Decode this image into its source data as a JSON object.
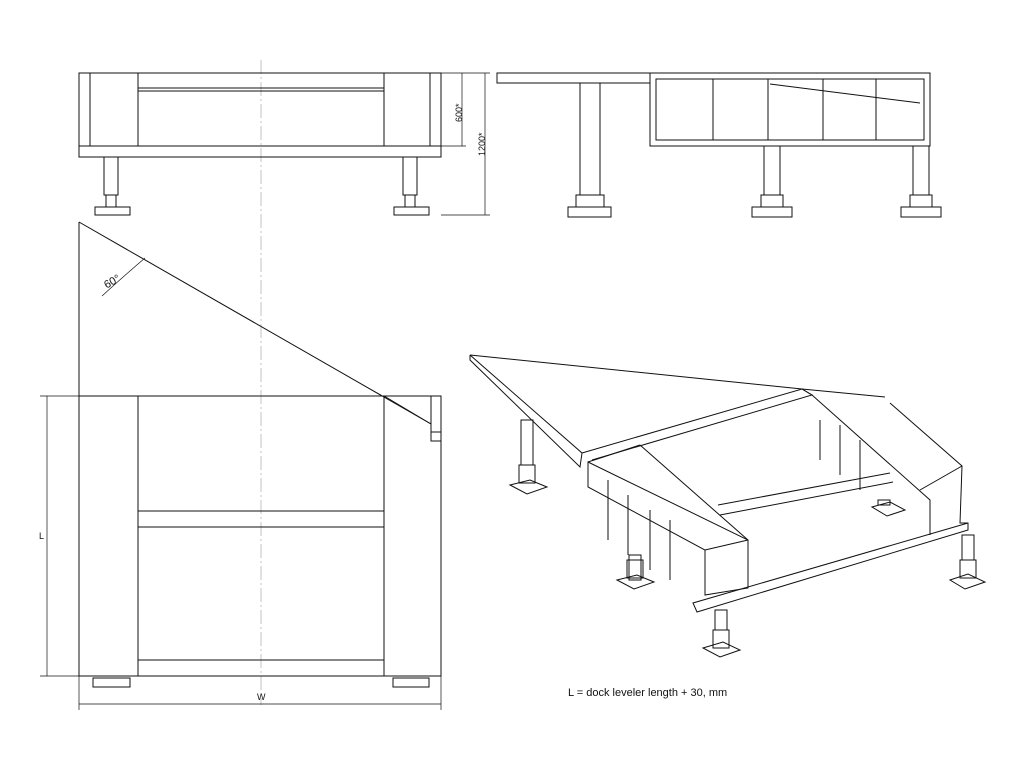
{
  "dimensions": {
    "height_upper": "600*",
    "height_total": "1200*",
    "angle": "60°",
    "length": "L",
    "width": "W"
  },
  "note": "L = dock leveler length + 30, mm",
  "colors": {
    "line": "#111111",
    "centerline": "#999999"
  }
}
